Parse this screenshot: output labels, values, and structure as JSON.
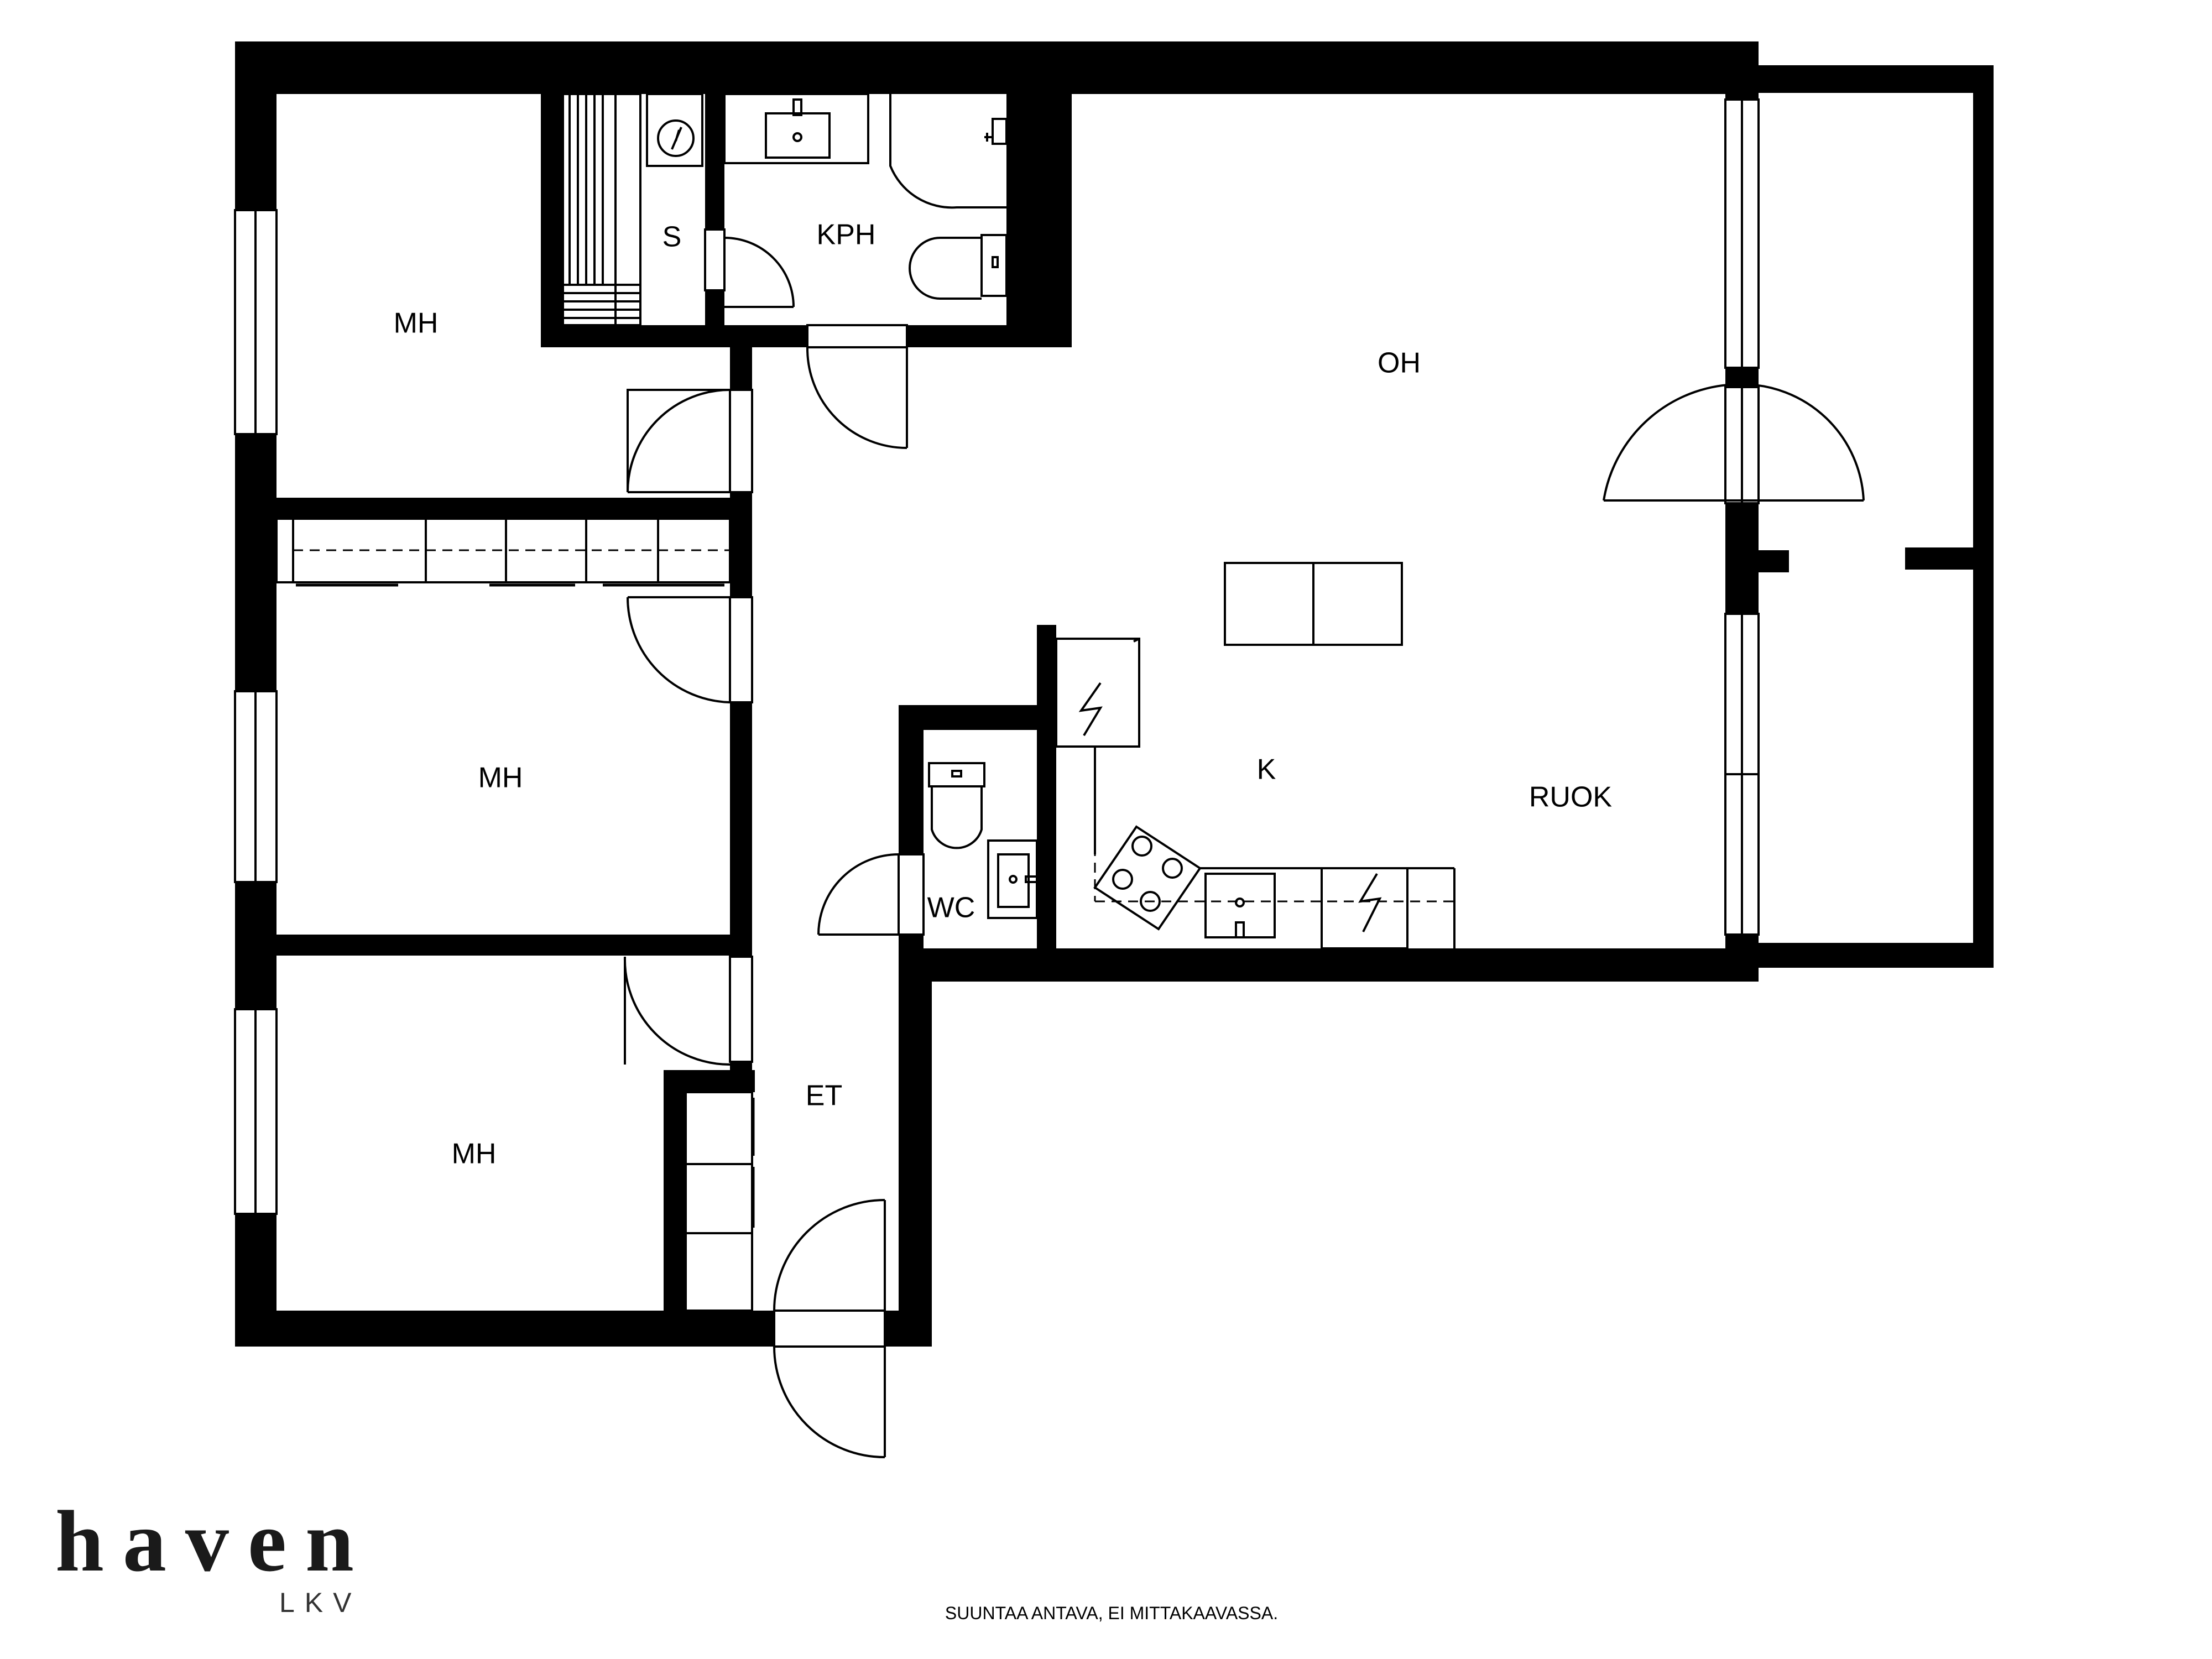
{
  "rooms": {
    "bedroom_1": "MH",
    "bedroom_2": "MH",
    "bedroom_3": "MH",
    "sauna": "S",
    "bathroom": "KPH",
    "living_room": "OH",
    "kitchen": "K",
    "dining": "RUOK",
    "toilet": "WC",
    "hallway": "ET"
  },
  "brand": {
    "name": "haven",
    "sub": "LKV"
  },
  "disclaimer": "SUUNTAA ANTAVA, EI MITTAKAAVASSA."
}
